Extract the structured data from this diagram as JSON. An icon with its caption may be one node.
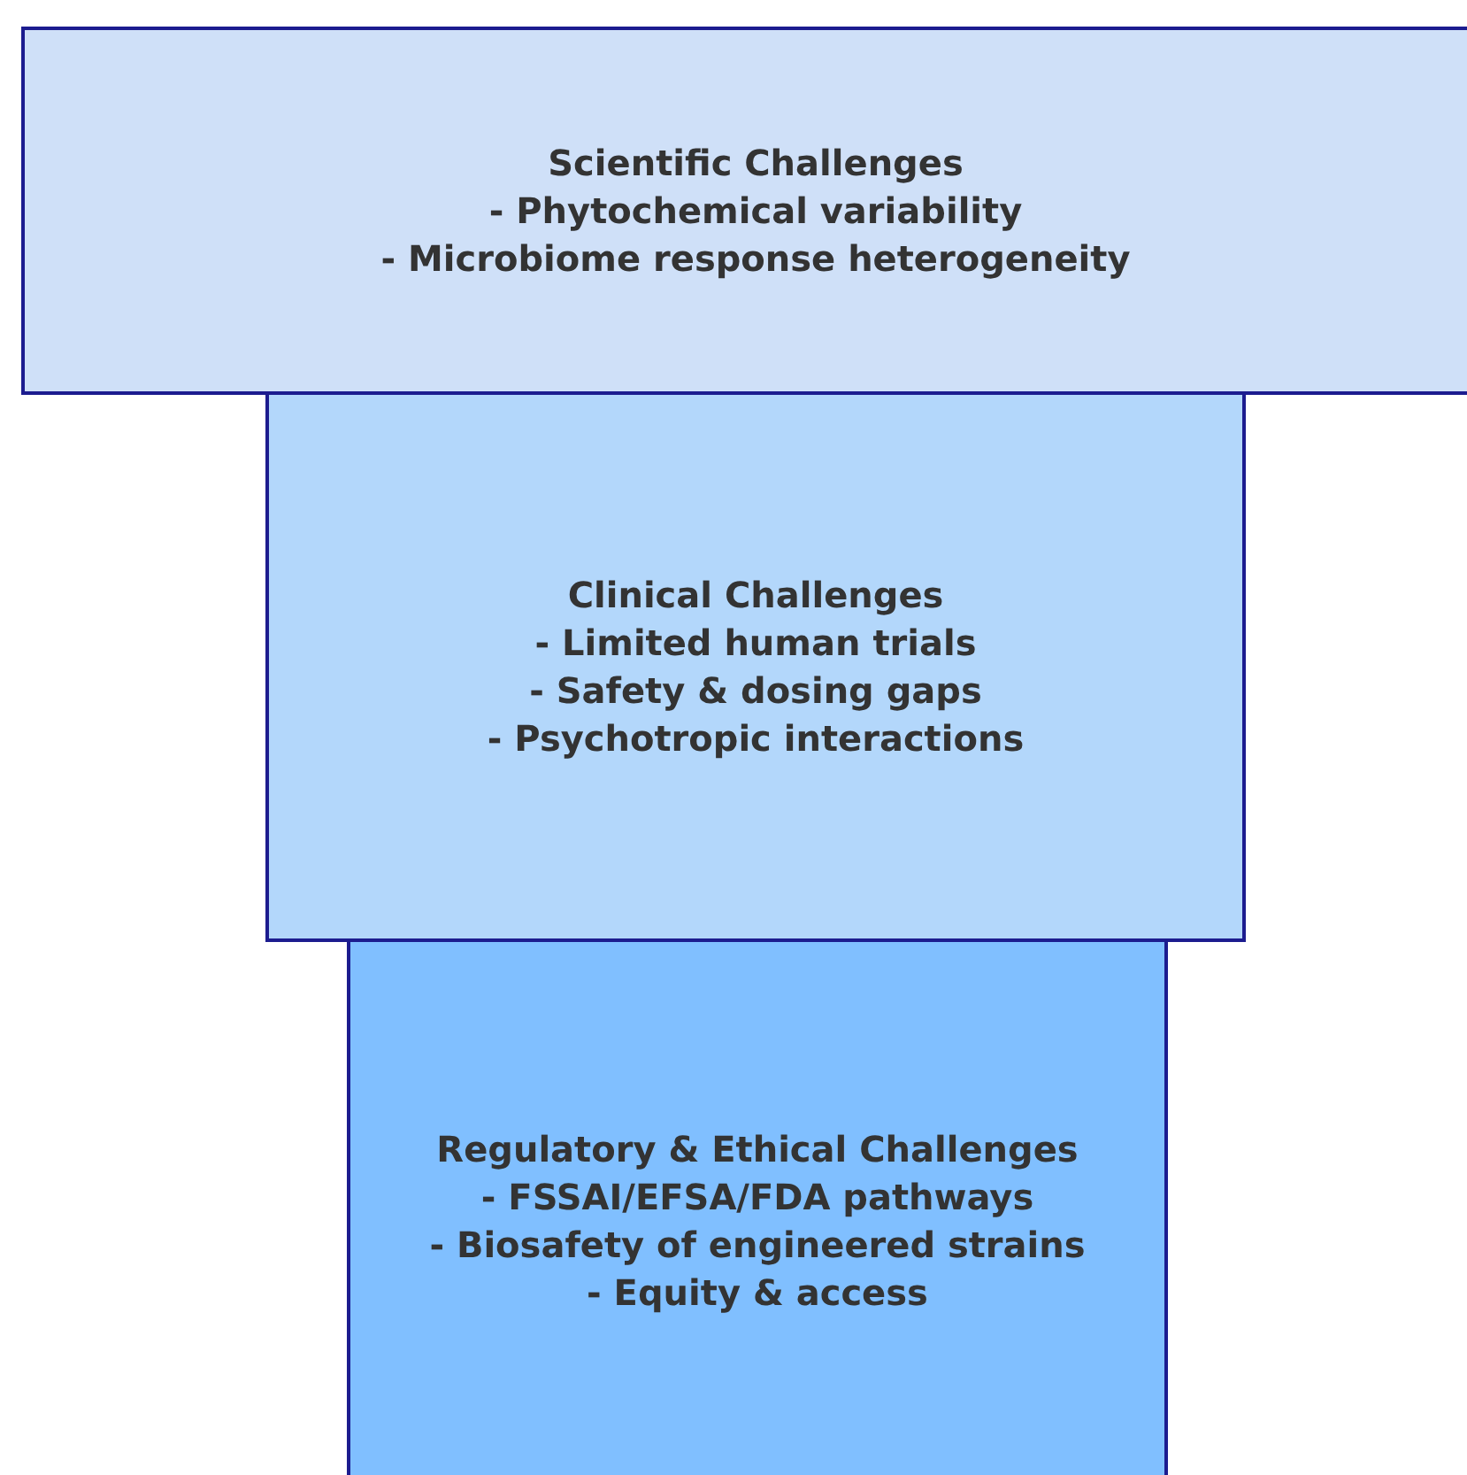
{
  "diagram": {
    "nodes": [
      {
        "text": [
          "Scientific Challenges",
          "- Phytochemical variability",
          "- Microbiome response heterogeneity"
        ]
      },
      {
        "text": [
          "Clinical Challenges",
          "- Limited human trials",
          "- Safety & dosing gaps",
          "- Psychotropic interactions"
        ]
      },
      {
        "text": [
          "Regulatory & Ethical Challenges",
          "- FSSAI/EFSA/FDA pathways",
          "- Biosafety of engineered strains",
          "- Equity & access"
        ]
      }
    ]
  }
}
